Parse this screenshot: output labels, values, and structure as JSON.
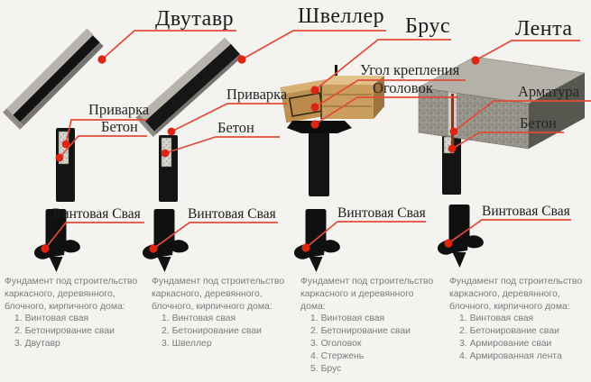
{
  "colors": {
    "background": "#f4f3f0",
    "leader_line_red": "#e24b38",
    "dot_red": "#de2412",
    "steel_light": "#b7b4ae",
    "steel_dark": "#141414",
    "wood": "#c89a58",
    "concrete_strip": "#96948b",
    "body_text_gray": "#7b7b7b"
  },
  "piles": [
    {
      "title": "Двутавр",
      "callouts": [
        {
          "text": "Приварка"
        },
        {
          "text": "Бетон"
        }
      ],
      "screw_label": "Винтовая Свая",
      "description": {
        "intro": [
          "Фундамент под строительство",
          "каркасного, деревянного,",
          "блочного, кирпичного дома:"
        ],
        "items": [
          "Винтовая свая",
          "Бетонирование сваи",
          "Двутавр"
        ]
      }
    },
    {
      "title": "Швеллер",
      "callouts": [
        {
          "text": "Приварка"
        },
        {
          "text": "Бетон"
        }
      ],
      "screw_label": "Винтовая Свая",
      "description": {
        "intro": [
          "Фундамент под строительство",
          "каркасного, деревянного,",
          "блочного, кирпичного дома:"
        ],
        "items": [
          "Винтовая свая",
          "Бетонирование сваи",
          "Швеллер"
        ]
      }
    },
    {
      "title": "Брус",
      "callouts": [
        {
          "text": "Угол крепления"
        },
        {
          "text": "Оголовок"
        }
      ],
      "screw_label": "Винтовая Свая",
      "description": {
        "intro": [
          "Фундамент под строительство",
          "каркасного и деревянного",
          "дома:"
        ],
        "items": [
          "Винтовая свая",
          "Бетонирование сваи",
          "Оголовок",
          "Стержень",
          "Брус"
        ]
      }
    },
    {
      "title": "Лента",
      "callouts": [
        {
          "text": "Арматура"
        },
        {
          "text": "Бетон"
        }
      ],
      "screw_label": "Винтовая Свая",
      "description": {
        "intro": [
          "Фундамент под строительство",
          "каркасного, деревянного,",
          "блочного, кирпичного дома:"
        ],
        "items": [
          "Винтовая свая",
          "Бетонирование сваи",
          "Армирование сваи",
          "Армированная лента"
        ]
      }
    }
  ]
}
